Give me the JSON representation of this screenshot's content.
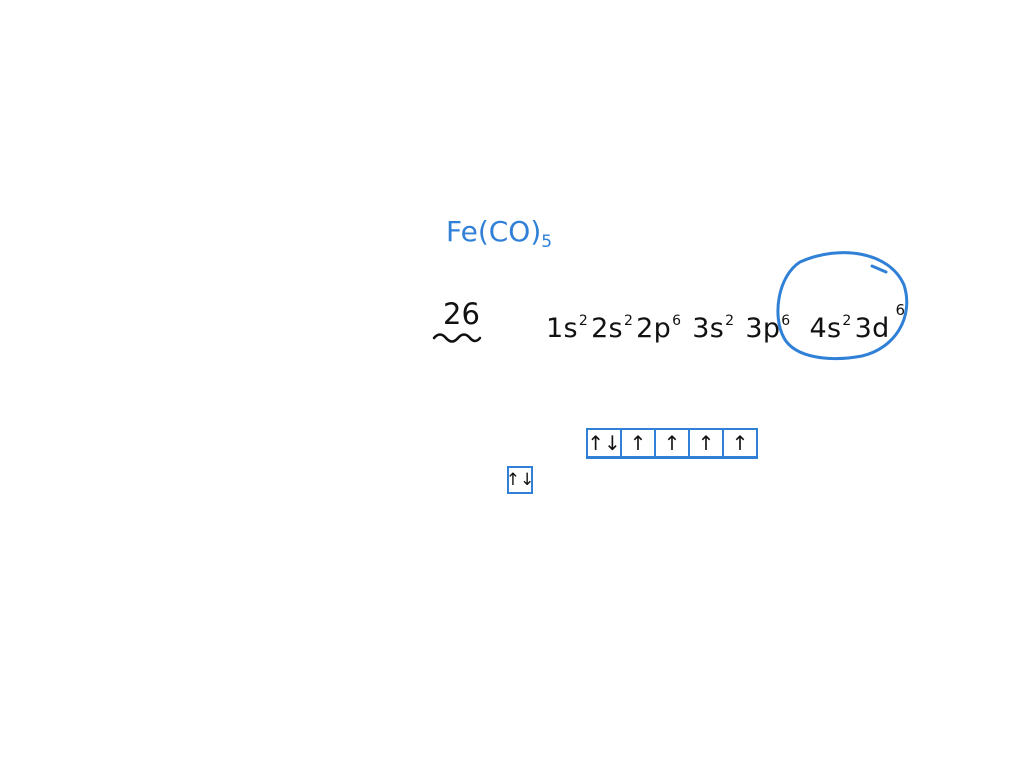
{
  "formula": {
    "element": "Fe",
    "ligand": "(CO)",
    "count": "5"
  },
  "atomic_number": "26",
  "configuration": [
    {
      "orbital": "1s",
      "electrons": "2"
    },
    {
      "orbital": "2s",
      "electrons": "2"
    },
    {
      "orbital": "2p",
      "electrons": "6"
    },
    {
      "orbital": "3s",
      "electrons": "2"
    },
    {
      "orbital": "3p",
      "electrons": "6"
    },
    {
      "orbital": "4s",
      "electrons": "2"
    },
    {
      "orbital": "3d",
      "electrons": "6"
    }
  ],
  "d_orbital_boxes": [
    "↑↓",
    "↑",
    "↑",
    "↑",
    "↑"
  ],
  "s_orbital_box": "↑↓",
  "colors": {
    "ink": "#111111",
    "accent": "#2f80d6"
  }
}
